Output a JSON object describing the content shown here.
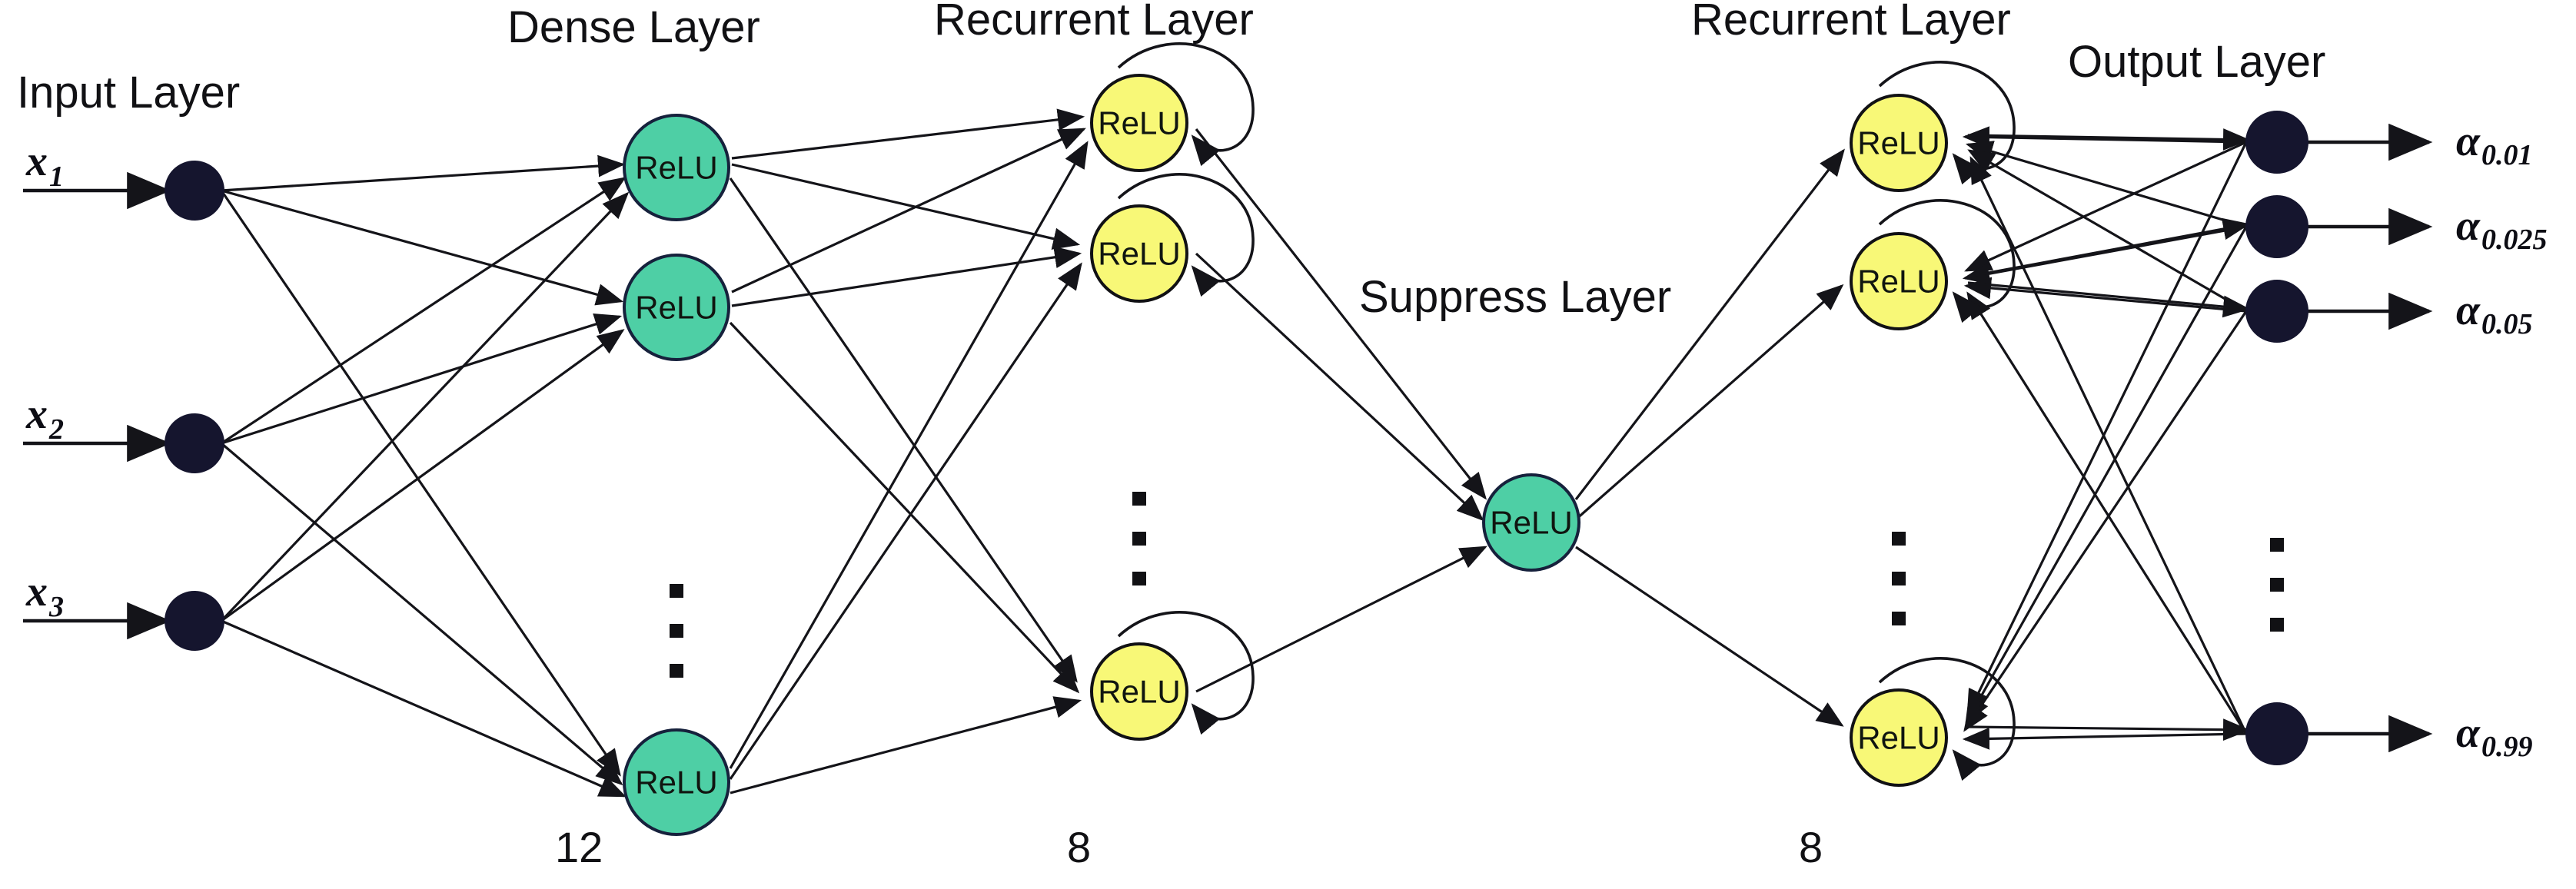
{
  "diagram": {
    "title": "Neural network architecture with dense, recurrent, suppress and output layers",
    "background": "#ffffff",
    "colors": {
      "dense_node": "#4ecfa5",
      "recurrent_node": "#f8f877",
      "suppress_node": "#4ecfa5",
      "output_node": "#15152e",
      "edge": "#141419",
      "text": "#111114"
    }
  },
  "layer_titles": {
    "input": "Input Layer",
    "dense": "Dense Layer",
    "recurrent_1": "Recurrent Layer",
    "suppress": "Suppress Layer",
    "recurrent_2": "Recurrent Layer",
    "output": "Output Layer"
  },
  "input_layer": {
    "name": "Input Layer",
    "node_count_visible": 3,
    "node_shape": "filled-circle",
    "inputs": [
      {
        "symbol": "x",
        "subscript": "1"
      },
      {
        "symbol": "x",
        "subscript": "2"
      },
      {
        "symbol": "x",
        "subscript": "3"
      }
    ]
  },
  "dense_layer": {
    "name": "Dense Layer",
    "activation": "ReLU",
    "unit_count_label": "12",
    "visible_nodes": 3,
    "has_ellipsis": true
  },
  "recurrent_layer_1": {
    "name": "Recurrent Layer",
    "activation": "ReLU",
    "unit_count_label": "8",
    "visible_nodes": 3,
    "has_ellipsis": true,
    "has_self_loop": true
  },
  "suppress_layer": {
    "name": "Suppress Layer",
    "activation": "ReLU",
    "visible_nodes": 1,
    "unit_count_label": ""
  },
  "recurrent_layer_2": {
    "name": "Recurrent Layer",
    "activation": "ReLU",
    "unit_count_label": "8",
    "visible_nodes": 3,
    "has_ellipsis": true,
    "has_self_loop": true
  },
  "output_layer": {
    "name": "Output Layer",
    "node_shape": "filled-circle",
    "visible_nodes": 4,
    "has_ellipsis": true,
    "outputs": [
      {
        "symbol": "α",
        "subscript": "0.01"
      },
      {
        "symbol": "α",
        "subscript": "0.025"
      },
      {
        "symbol": "α",
        "subscript": "0.05"
      },
      {
        "symbol": "α",
        "subscript": "0.99"
      }
    ]
  },
  "node_labels": {
    "relu": "ReLU"
  },
  "ellipsis": {
    "glyph": "▪",
    "count": 3
  }
}
